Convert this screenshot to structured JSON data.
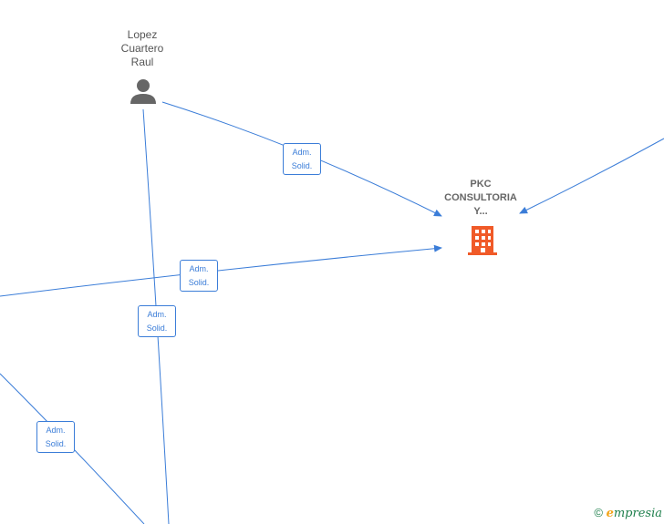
{
  "person": {
    "line1": "Lopez",
    "line2": "Cuartero",
    "line3": "Raul"
  },
  "company": {
    "line1": "PKC",
    "line2": "CONSULTORIA",
    "line3": "Y..."
  },
  "roles": [
    {
      "line1": "Adm.",
      "line2": "Solid."
    },
    {
      "line1": "Adm.",
      "line2": "Solid."
    },
    {
      "line1": "Adm.",
      "line2": "Solid."
    },
    {
      "line1": "Adm.",
      "line2": "Solid."
    }
  ],
  "footer": {
    "copyright": "©",
    "brand_first": "e",
    "brand_rest": "mpresia"
  },
  "colors": {
    "edge": "#3b7dd8",
    "person_icon": "#666666",
    "company_icon": "#f05a28"
  }
}
